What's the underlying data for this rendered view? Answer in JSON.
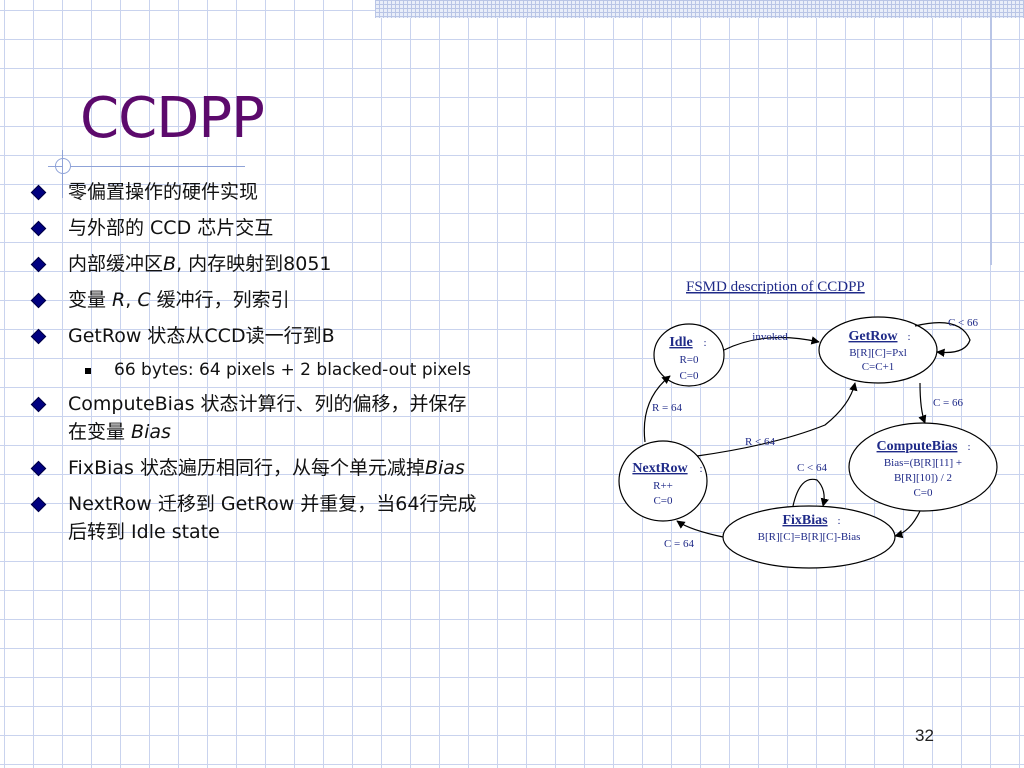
{
  "slide": {
    "title": "CCDPP",
    "page_number": "32"
  },
  "bullets": [
    {
      "text": "零偏置操作的硬件实现"
    },
    {
      "text": "与外部的 CCD 芯片交互"
    },
    {
      "pre": "内部缓冲区",
      "em": "B",
      "post": ", 内存映射到8051"
    },
    {
      "pre": "变量 ",
      "em": "R",
      "mid": ", ",
      "em2": "C",
      "post": " 缓冲行，列索引"
    },
    {
      "text": "GetRow 状态从CCD读一行到B"
    },
    {
      "sub": "66 bytes: 64 pixels + 2 blacked-out pixels"
    },
    {
      "line1": "ComputeBias 状态计算行、列的偏移，并保存",
      "line2_pre": "在变量 ",
      "line2_em": "Bias"
    },
    {
      "pre": "FixBias 状态遍历相同行，从每个单元减掉",
      "em": "Bias"
    },
    {
      "line1": "NextRow 迁移到 GetRow 并重复，当64行完成",
      "line2": "后转到 Idle state"
    }
  ],
  "fsmd": {
    "caption": "FSMD description of CCDPP",
    "states": {
      "idle": {
        "name": "Idle",
        "colon": ":",
        "lines": [
          "R=0",
          "C=0"
        ]
      },
      "getrow": {
        "name": "GetRow",
        "colon": ":",
        "lines": [
          "B[R][C]=Pxl",
          "C=C+1"
        ]
      },
      "computebias": {
        "name": "ComputeBias",
        "colon": ":",
        "lines": [
          "Bias=(B[R][11] +",
          "B[R][10]) / 2",
          "C=0"
        ]
      },
      "nextrow": {
        "name": "NextRow",
        "colon": ":",
        "lines": [
          "R++",
          "C=0"
        ]
      },
      "fixbias": {
        "name": "FixBias",
        "colon": ":",
        "lines": [
          "B[R][C]=B[R][C]-Bias"
        ]
      }
    },
    "transitions": {
      "idle_to_getrow": "invoked",
      "getrow_self": "C < 66",
      "getrow_to_compute": "C = 66",
      "nextrow_to_idle": "R = 64",
      "nextrow_to_getrow": "R < 64",
      "fixbias_self": "C < 64",
      "fixbias_to_nextrow": "C = 64"
    }
  },
  "colors": {
    "title": "#5c0a6c",
    "grid": "#c9d3ee",
    "bullet": "#000080",
    "diagram_label": "#1f2a88"
  }
}
